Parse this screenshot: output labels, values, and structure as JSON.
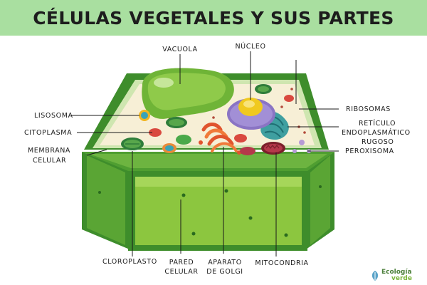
{
  "title": "CÉLULAS VEGETALES Y SUS PARTES",
  "labels": {
    "vacuola": "VACUOLA",
    "nucleo": "NÚCLEO",
    "lisosoma": "LISOSOMA",
    "citoplasma": "CITOPLASMA",
    "membrana_1": "MEMBRANA",
    "membrana_2": "CELULAR",
    "ribosomas": "RIBOSOMAS",
    "reticulo_1": "RETÍCULO",
    "reticulo_2": "ENDOPLASMÁTICO",
    "reticulo_3": "RUGOSO",
    "peroxisoma": "PEROXISOMA",
    "cloroplasto": "CLOROPLASTO",
    "pared_1": "PARED",
    "pared_2": "CELULAR",
    "golgi_1": "APARATO",
    "golgi_2": "DE GOLGI",
    "mitocondria": "MITOCONDRIA"
  },
  "brand": {
    "line1": "Ecología",
    "line2": "verde"
  },
  "colors": {
    "banner": "#a9dfa0",
    "wall_dark": "#3e8d2b",
    "wall_light": "#8cc63f",
    "cytoplasm": "#f7efd6"
  }
}
